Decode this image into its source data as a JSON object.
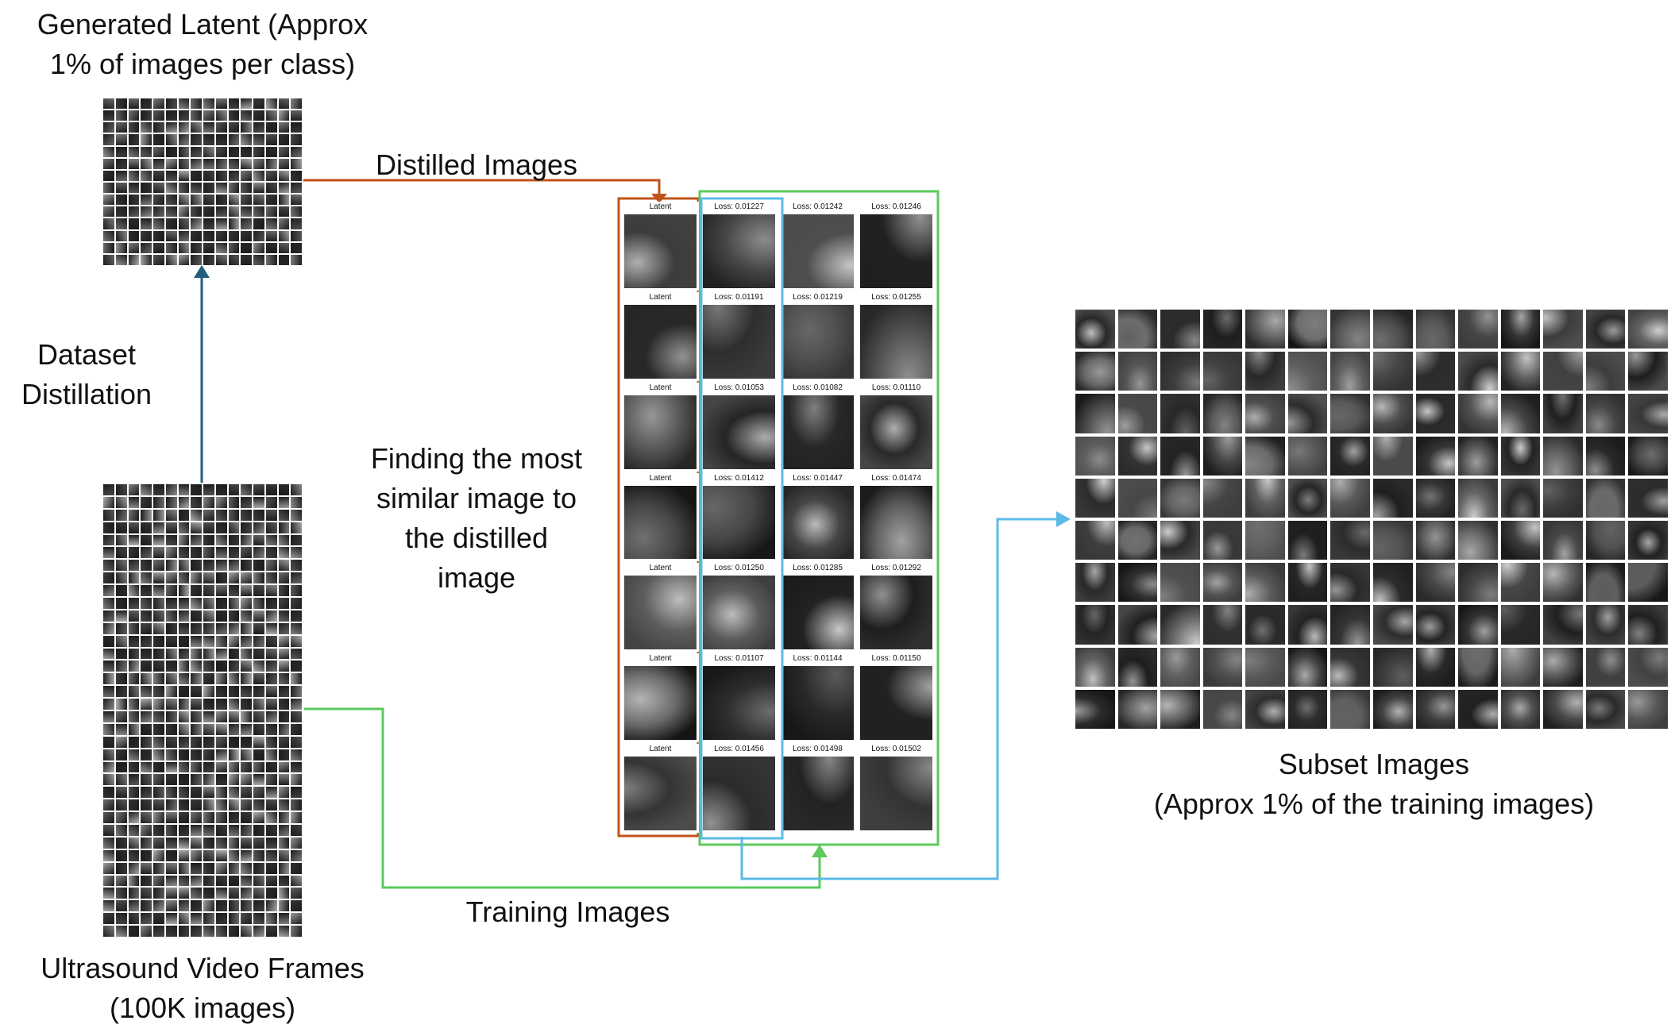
{
  "labels": {
    "generated_latent": [
      "Generated Latent (Approx",
      "1% of images per class)"
    ],
    "dataset_distillation": [
      "Dataset",
      "Distillation"
    ],
    "ultrasound_frames": [
      "Ultrasound Video Frames",
      "(100K images)"
    ],
    "distilled_images": "Distilled Images",
    "finding": [
      "Finding the most",
      "similar image to",
      "the distilled",
      "image"
    ],
    "training_images": "Training Images",
    "subset_images": [
      "Subset Images",
      "(Approx 1% of the training images)"
    ]
  },
  "comparison_grid": {
    "latent_caption": "Latent",
    "rows": [
      [
        "Loss: 0.01227",
        "Loss: 0.01242",
        "Loss: 0.01246"
      ],
      [
        "Loss: 0.01191",
        "Loss: 0.01219",
        "Loss: 0.01255"
      ],
      [
        "Loss: 0.01053",
        "Loss: 0.01082",
        "Loss: 0.01110"
      ],
      [
        "Loss: 0.01412",
        "Loss: 0.01447",
        "Loss: 0.01474"
      ],
      [
        "Loss: 0.01250",
        "Loss: 0.01285",
        "Loss: 0.01292"
      ],
      [
        "Loss: 0.01107",
        "Loss: 0.01144",
        "Loss: 0.01150"
      ],
      [
        "Loss: 0.01456",
        "Loss: 0.01498",
        "Loss: 0.01502"
      ]
    ]
  },
  "colors": {
    "distilled_arrow": "#c0531a",
    "distillation_arrow": "#1f5f7a",
    "training_arrow": "#5cc95c",
    "subset_arrow": "#5bbbe6"
  }
}
